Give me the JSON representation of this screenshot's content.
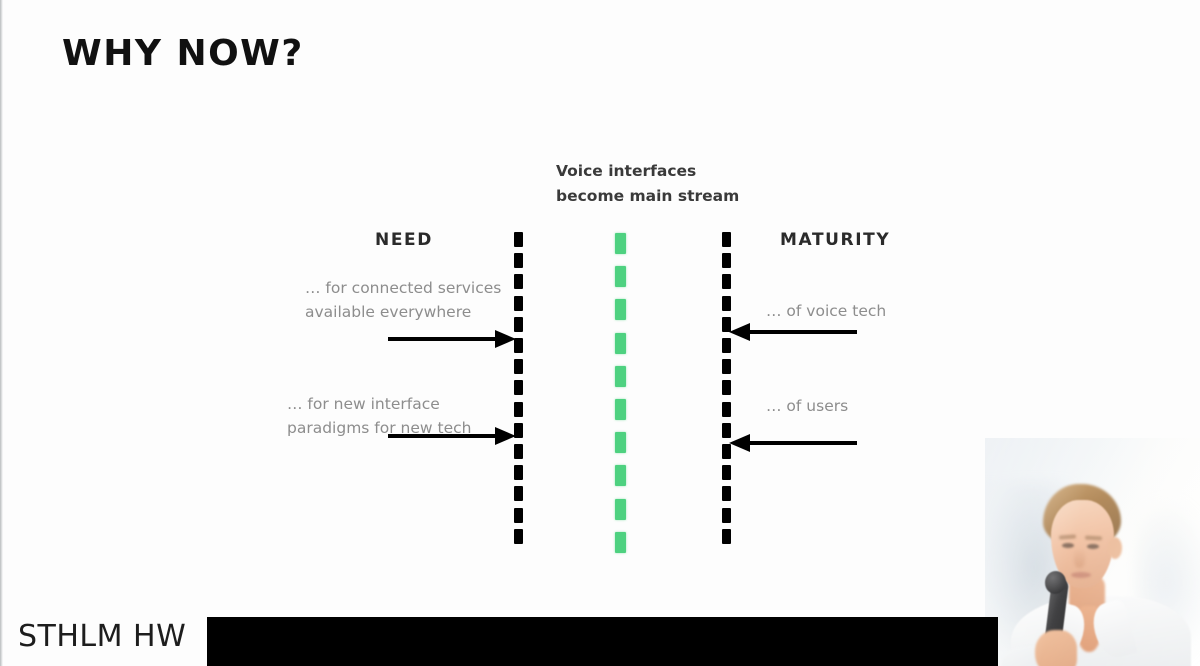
{
  "slide": {
    "title": "WHY NOW?",
    "center_heading": "Voice interfaces\nbecome main stream",
    "columns": {
      "need_label": "NEED",
      "maturity_label": "MATURITY"
    },
    "need_items": [
      "… for connected services\navailable everywhere",
      "… for new interface\nparadigms for new tech"
    ],
    "maturity_items": [
      "… of voice tech",
      "… of users"
    ],
    "footer": {
      "logo": "STHLM HW"
    },
    "colors": {
      "background": "#fdfdfd",
      "title": "#111111",
      "heading": "#3a3a3a",
      "caption": "#8d8d8d",
      "divider_black": "#000000",
      "divider_green": "#4ed180",
      "footer_bar": "#000000"
    },
    "dividers": {
      "black_dash_count": 15,
      "green_dash_count": 10
    }
  }
}
